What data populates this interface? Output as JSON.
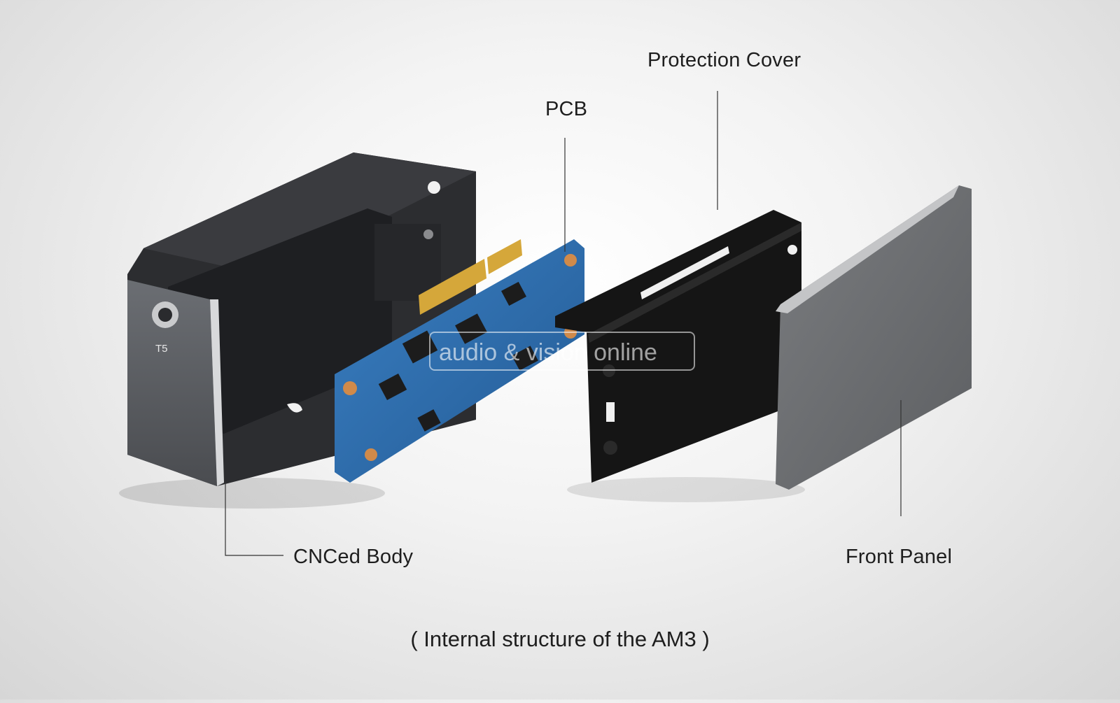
{
  "labels": {
    "protection_cover": "Protection Cover",
    "pcb": "PCB",
    "cnced_body": "CNCed Body",
    "front_panel": "Front Panel"
  },
  "caption": "( Internal structure of the AM3 )",
  "body_marking": "T5",
  "watermark": "audio & vision online",
  "colors": {
    "background": "#ececec",
    "body_metal": "#5a5c60",
    "pcb": "#2f6fb0",
    "cover": "#151515",
    "front_panel": "#6e7072",
    "text": "#1e1e1e"
  }
}
